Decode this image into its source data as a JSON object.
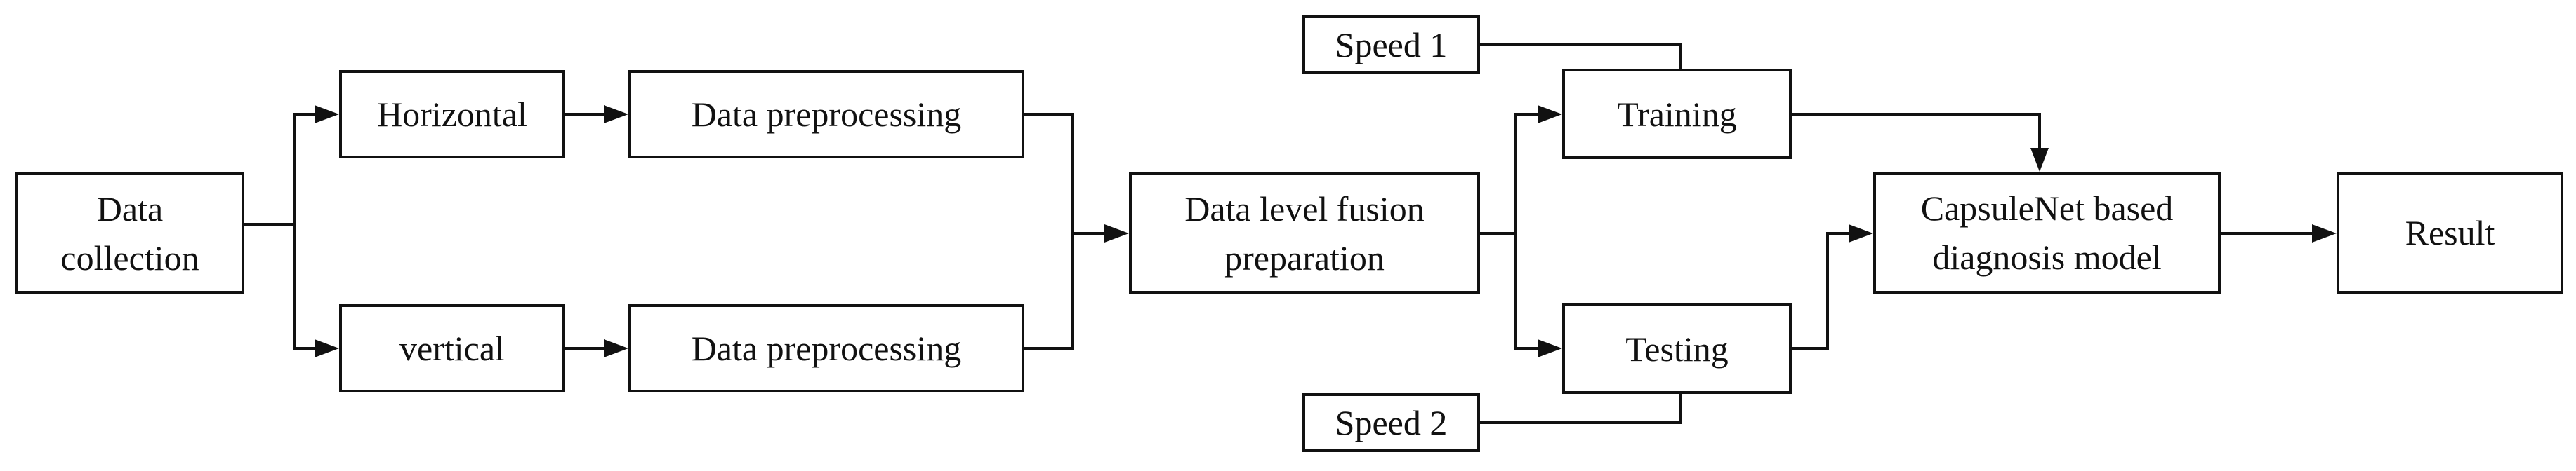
{
  "nodes": {
    "data_collection": "Data\ncollection",
    "horizontal": "Horizontal",
    "vertical": "vertical",
    "preprocess_h": "Data preprocessing",
    "preprocess_v": "Data preprocessing",
    "fusion": "Data level fusion\npreparation",
    "speed1": "Speed 1",
    "speed2": "Speed 2",
    "training": "Training",
    "testing": "Testing",
    "capsnet": "CapsuleNet based\ndiagnosis model",
    "result": "Result"
  },
  "colors": {
    "stroke": "#111111",
    "background": "#ffffff"
  }
}
